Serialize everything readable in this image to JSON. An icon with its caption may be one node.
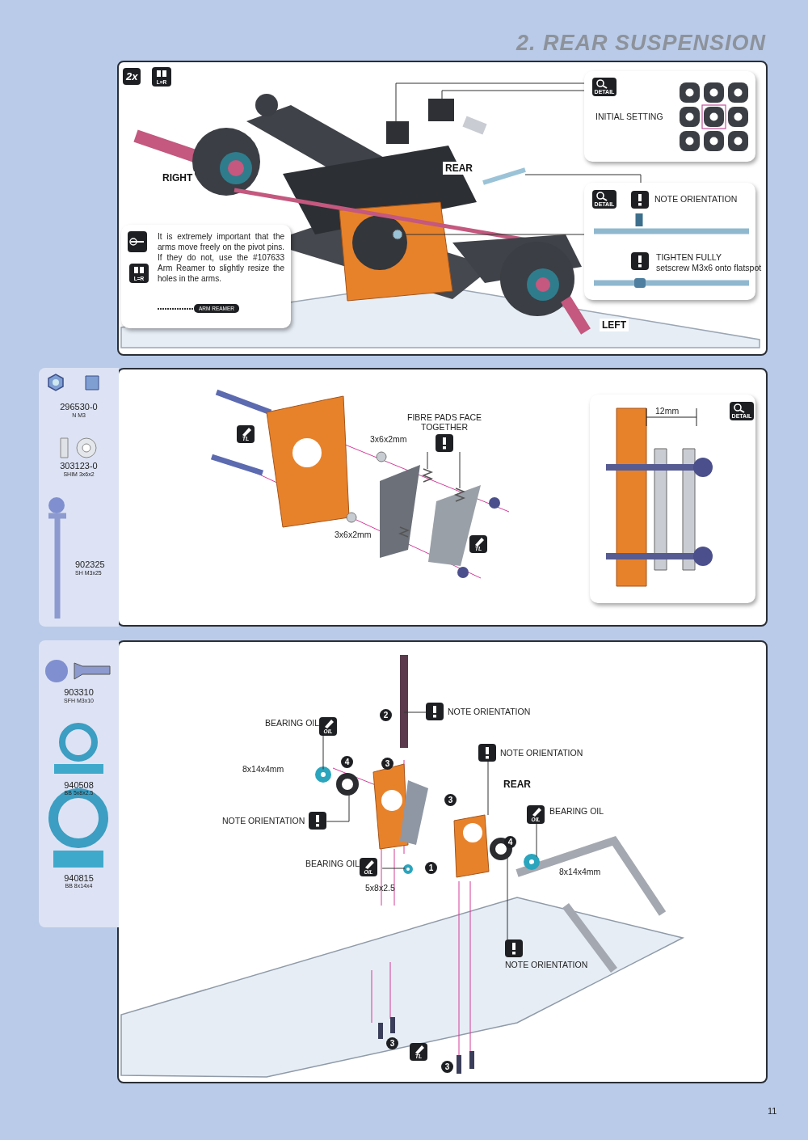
{
  "diagram": {
    "title": "2. REAR SUSPENSION",
    "nodes": [
      {
        "text": [
          "INITIAL SETTING"
        ]
      },
      {
        "text": [
          "NOTE ORIENTATION",
          "TIGHTEN FULLY",
          "setscrew M3x6 onto flatspot"
        ]
      },
      {
        "text": [
          "It is extremely important that the arms move freely on the pivot pins. If they do not, use the #107633 Arm Reamer to slightly resize the holes in the arms.",
          "ARM REAMER"
        ]
      },
      {
        "text": [
          "FIBRE PADS FACE TOGETHER"
        ]
      },
      {
        "text": [
          "NOTE ORIENTATION"
        ]
      },
      {
        "text": [
          "BEARING OIL"
        ]
      },
      {
        "text": [
          "NOTE ORIENTATION"
        ]
      },
      {
        "text": [
          "BEARING OIL"
        ]
      },
      {
        "text": [
          "NOTE ORIENTATION"
        ]
      },
      {
        "text": [
          "BEARING OIL"
        ]
      },
      {
        "text": [
          "NOTE ORIENTATION"
        ]
      },
      {
        "text": [],
        "shape": "box"
      },
      {
        "text": [],
        "shape": "box"
      },
      {
        "text": [],
        "shape": "picture"
      },
      {
        "text": [],
        "shape": "picture"
      },
      {
        "text": [],
        "shape": "picture"
      },
      {
        "text": [],
        "shape": "picture"
      },
      {
        "text": [],
        "shape": "picture"
      },
      {
        "text": [],
        "shape": "circle"
      },
      {
        "text": [],
        "shape": "circle"
      },
      {
        "text": [],
        "shape": "circle"
      },
      {
        "text": [],
        "shape": "picture"
      },
      {
        "text": [],
        "shape": "circle"
      },
      {
        "text": [],
        "shape": "circle"
      }
    ],
    "edges": [
      {
        "from": 0,
        "to": 11,
        "arrow": "none"
      },
      {
        "from": 0,
        "to": 12,
        "arrow": "none"
      },
      {
        "from": 1,
        "to": 13,
        "arrow": "none"
      },
      {
        "from": 1,
        "to": 14,
        "arrow": "none"
      },
      {
        "from": 3,
        "to": 15,
        "arrow": "none"
      },
      {
        "from": 3,
        "to": 16,
        "arrow": "none"
      },
      {
        "from": 4,
        "to": 17,
        "arrow": "none"
      },
      {
        "from": 5,
        "to": 18,
        "arrow": "none"
      },
      {
        "from": 6,
        "to": 19,
        "arrow": "none"
      },
      {
        "from": 7,
        "to": 20,
        "arrow": "none"
      },
      {
        "from": 8,
        "to": 21,
        "arrow": "none"
      },
      {
        "from": 9,
        "to": 22,
        "arrow": "none"
      },
      {
        "from": 10,
        "to": 23,
        "arrow": "none"
      }
    ],
    "labels": [
      "2x",
      "L=R",
      "DETAIL",
      "RIGHT",
      "REAR",
      "DETAIL",
      "L=R",
      "LEFT",
      "296530-0",
      "N M3",
      "303123-0",
      "SHIM 3x6x2",
      "902325",
      "SH M3x25",
      "TL",
      "3x6x2mm",
      "3x6x2mm",
      "TL",
      "12mm",
      "DETAIL",
      "903310",
      "SFH M3x10",
      "940508",
      "BB 5x8x2.5",
      "940815",
      "BB 8x14x4",
      "2",
      "OIL",
      "8x14x4mm",
      "4",
      "3",
      "OIL",
      "1",
      "5x8x2.5",
      "3",
      "REAR",
      "OIL",
      "4",
      "8x14x4mm",
      "3",
      "3",
      "TL",
      "11"
    ]
  }
}
